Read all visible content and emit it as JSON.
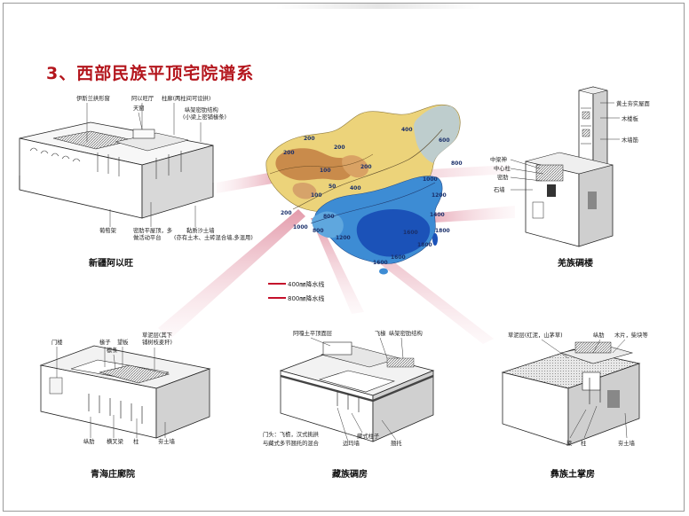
{
  "slide": {
    "title": "3、西部民族平顶宅院谱系"
  },
  "colors": {
    "title_red": "#b4161d",
    "ray_pink": "#e7a6b3",
    "legend_line": "#c4102b",
    "arid_brown": "#c98b4b",
    "semi_arid_yellow": "#ecd37a",
    "humid_blue": "#3d8cd4",
    "very_humid_blue": "#1b52b8"
  },
  "map": {
    "isohyets": [
      "200",
      "200",
      "200",
      "400",
      "200",
      "100",
      "600",
      "800",
      "50",
      "200",
      "1000",
      "400",
      "100",
      "1200",
      "800",
      "1400",
      "1600",
      "1200",
      "1800",
      "1600",
      "800",
      "1600",
      "1800",
      "1000"
    ],
    "legend": [
      {
        "label": "400㎜降水线"
      },
      {
        "label": "800㎜降水线"
      }
    ]
  },
  "buildings": {
    "xinjiang": {
      "caption": "新疆阿以旺",
      "labels": [
        "伊斯兰拱形窗",
        "阿以旺厅",
        "天窗",
        "柱廊(两柱间可设拱)",
        "纵架密肋结构",
        "(小梁上密铺椽条)",
        "葡萄架",
        "密肋平屋顶，多",
        "做活动平台",
        "黏质沙土墙",
        "(亦有土木、土砖混合墙,多混用)"
      ]
    },
    "qiang": {
      "caption": "羌族碉楼",
      "labels": [
        "黄土夯实屋面",
        "木楼板",
        "木墙筋",
        "中梁神",
        "中心柱",
        "密肋",
        "石墙"
      ]
    },
    "qinghai": {
      "caption": "青海庄廓院",
      "labels": [
        "草泥层(其下",
        "铺树枝麦秆)",
        "门楼",
        "椽子",
        "望板",
        "檩条",
        "纵肋",
        "横叉梁",
        "柱",
        "夯土墙"
      ]
    },
    "tibet": {
      "caption": "藏族碉房",
      "labels": [
        "阿嘎土平顶面层",
        "飞椽",
        "纵架密肋结构",
        "门头：飞檐，汉式挑拱",
        "与藏式多节翘托的混合",
        "边玛墙",
        "藏式柱子",
        "翘托"
      ]
    },
    "yi": {
      "caption": "彝族土掌房",
      "labels": [
        "草泥层(红泥，山茅草)",
        "纵肋",
        "木片，柴块等",
        "梁",
        "柱",
        "夯土墙"
      ]
    }
  }
}
